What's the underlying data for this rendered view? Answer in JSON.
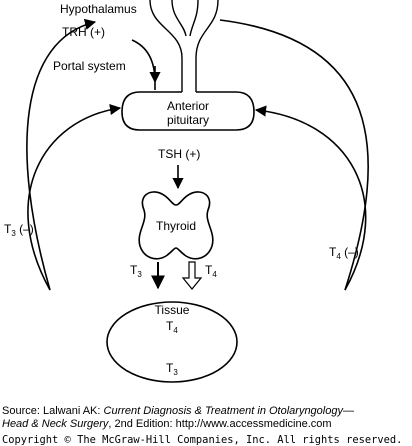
{
  "diagram": {
    "hypothalamus": "Hypothalamus",
    "trh": "TRH (+)",
    "portal_system": "Portal system",
    "pituitary_line1": "Anterior",
    "pituitary_line2": "pituitary",
    "tsh": "TSH (+)",
    "thyroid": "Thyroid",
    "t3_feedback": {
      "base": "T",
      "sub": "3",
      "suffix": " (–)"
    },
    "t4_feedback": {
      "base": "T",
      "sub": "4",
      "suffix": " (–)"
    },
    "t3_output": {
      "base": "T",
      "sub": "3"
    },
    "t4_output": {
      "base": "T",
      "sub": "4"
    },
    "tissue": "Tissue",
    "tissue_t4": {
      "base": "T",
      "sub": "4"
    },
    "tissue_t3": {
      "base": "T",
      "sub": "3"
    }
  },
  "caption": {
    "source_prefix": "Source: Lalwani AK: ",
    "source_title": "Current Diagnosis & Treatment in Otolaryngology—",
    "line2_title": "Head & Neck Surgery",
    "line2_rest": ", 2nd Edition: http://www.accessmedicine.com",
    "copyright": "Copyright © The McGraw-Hill Companies, Inc. All rights reserved."
  }
}
